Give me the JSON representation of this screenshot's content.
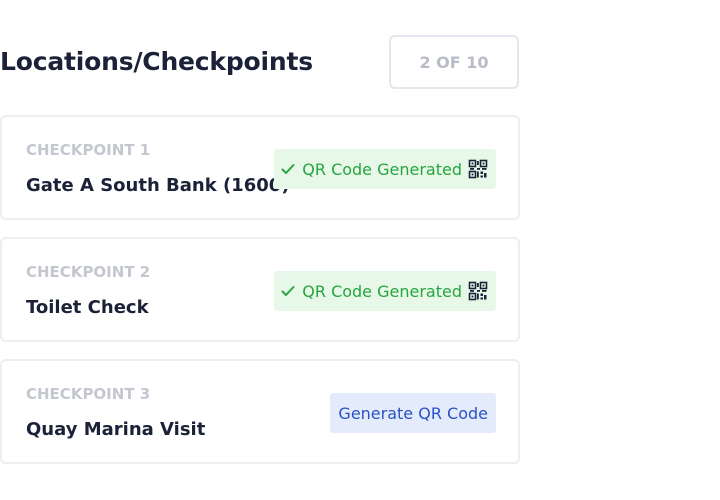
{
  "header": {
    "title": "Locations/Checkpoints",
    "pagination": "2 OF 10"
  },
  "checkpoints": [
    {
      "label": "CHECKPOINT 1",
      "name": "Gate A South Bank (1600)",
      "status": "QR Code Generated",
      "status_icon": "check-icon",
      "action_icon": "qr-code-icon"
    },
    {
      "label": "CHECKPOINT 2",
      "name": "Toilet Check",
      "status": "QR Code Generated",
      "status_icon": "check-icon",
      "action_icon": "qr-code-icon"
    },
    {
      "label": "CHECKPOINT 3",
      "name": "Quay Marina Visit",
      "action": "Generate QR Code"
    }
  ],
  "colors": {
    "title": "#1b2238",
    "muted": "#c4c7cf",
    "success_text": "#27a53f",
    "success_bg": "#e7f8e9",
    "action_text": "#2952c7",
    "action_bg": "#e4ecfb",
    "border": "#eceef2"
  }
}
